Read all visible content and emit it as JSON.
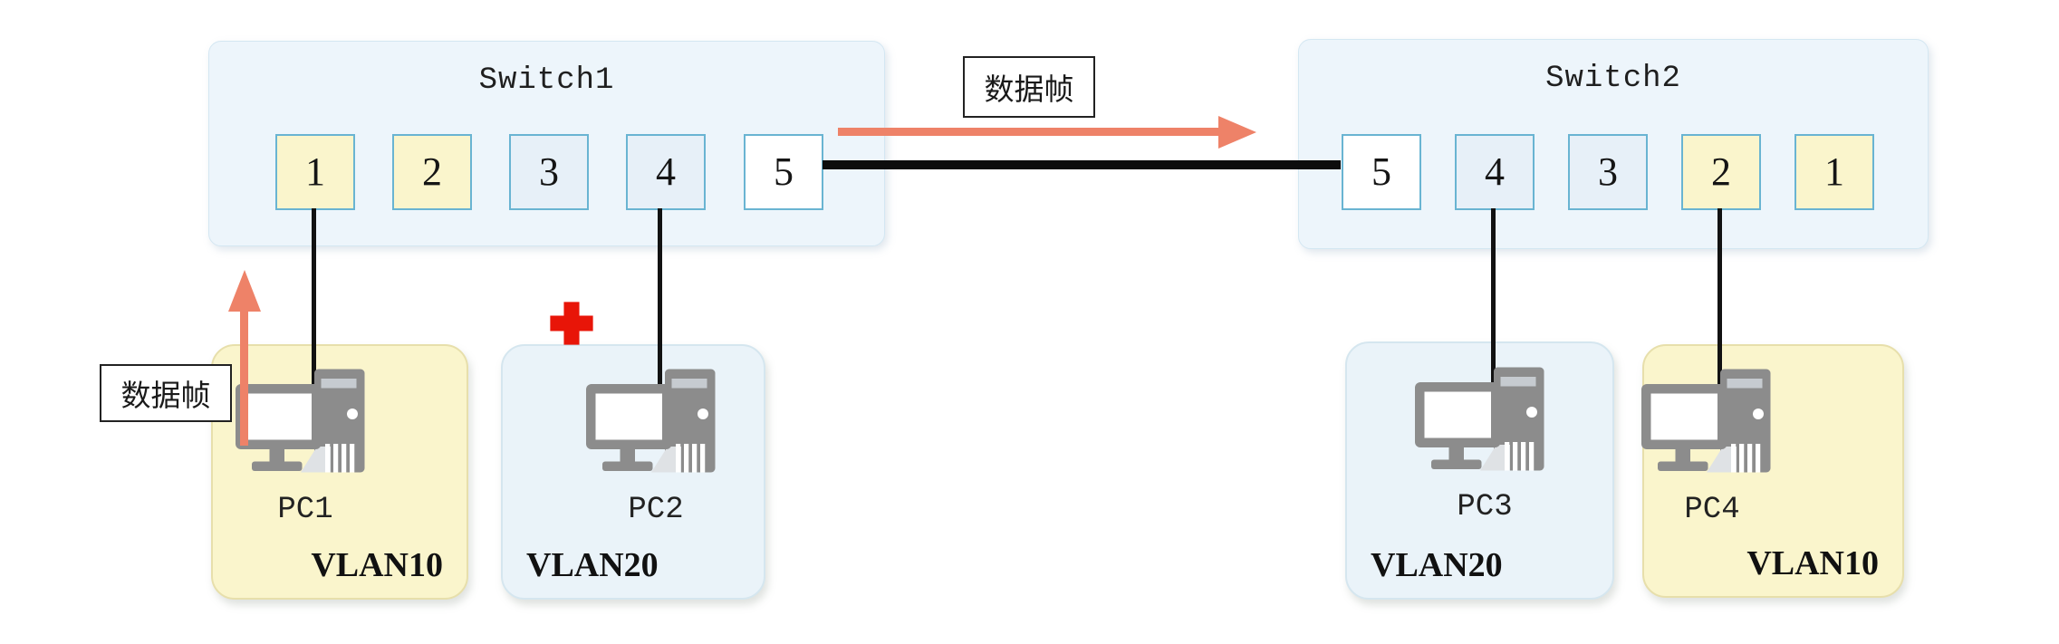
{
  "switch1": {
    "name": "Switch1",
    "ports": [
      "1",
      "2",
      "3",
      "4",
      "5"
    ],
    "port_styles": [
      "yellow",
      "yellow",
      "blue",
      "blue",
      "white"
    ]
  },
  "switch2": {
    "name": "Switch2",
    "ports": [
      "5",
      "4",
      "3",
      "2",
      "1"
    ],
    "port_styles": [
      "white",
      "blue",
      "blue",
      "yellow",
      "yellow"
    ]
  },
  "pcs": [
    {
      "name": "PC1",
      "vlan": "VLAN10",
      "style": "yellow",
      "vlan_align": "right"
    },
    {
      "name": "PC2",
      "vlan": "VLAN20",
      "style": "blue",
      "vlan_align": "left"
    },
    {
      "name": "PC3",
      "vlan": "VLAN20",
      "style": "blue",
      "vlan_align": "left"
    },
    {
      "name": "PC4",
      "vlan": "VLAN10",
      "style": "yellow",
      "vlan_align": "right"
    }
  ],
  "annotations": {
    "frame_label_left": "数据帧",
    "frame_label_top": "数据帧"
  },
  "colors": {
    "vlan10_fill": "#faf5cc",
    "vlan20_fill": "#eaf3f9",
    "switch_fill": "#edf5fb",
    "port_border": "#69b4d2",
    "arrow": "#ee8268",
    "blocked_cross": "#e81508",
    "link_line": "#121212",
    "pc_icon_gray": "#8c8c8c"
  }
}
